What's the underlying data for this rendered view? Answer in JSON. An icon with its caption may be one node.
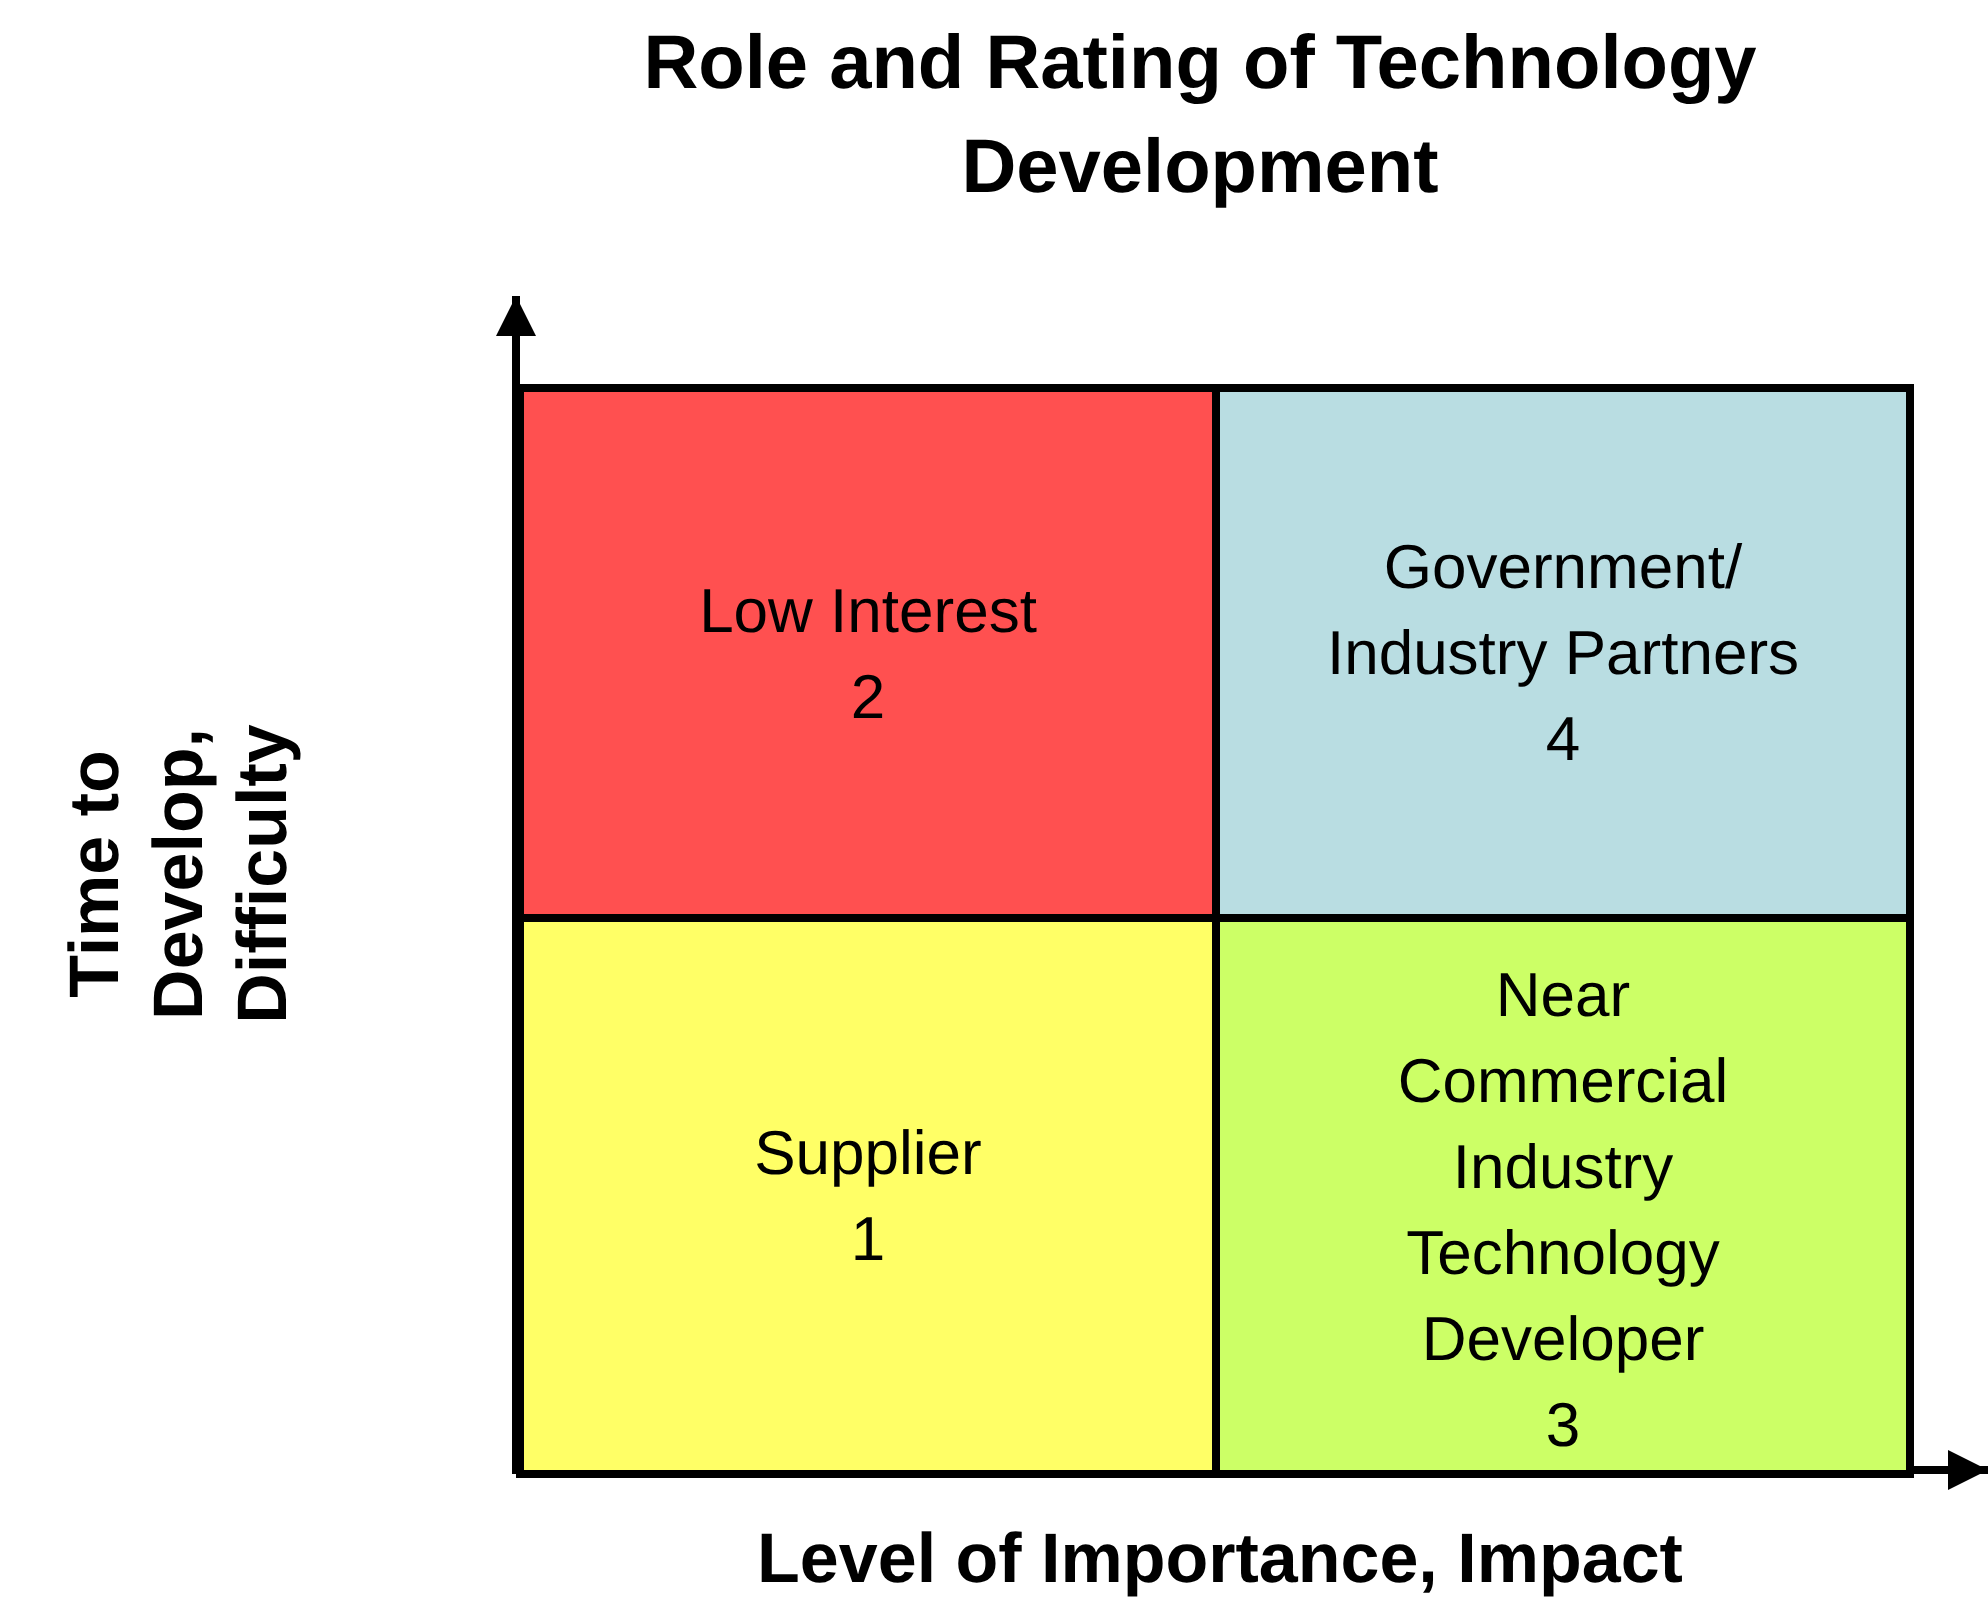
{
  "diagram": {
    "title": "Role and Rating of Technology Development",
    "nodes": [
      {
        "text": [
          "Low Interest",
          "2"
        ]
      },
      {
        "text": [
          "Government/ Industry Partners",
          "4"
        ]
      },
      {
        "text": [
          "Supplier",
          "1"
        ]
      },
      {
        "text": [
          "Near Commercial Industry Technology Developer",
          "3"
        ]
      }
    ],
    "labels": [
      "Time to Develop, Difficulty",
      "Level of Importance, Impact"
    ]
  }
}
